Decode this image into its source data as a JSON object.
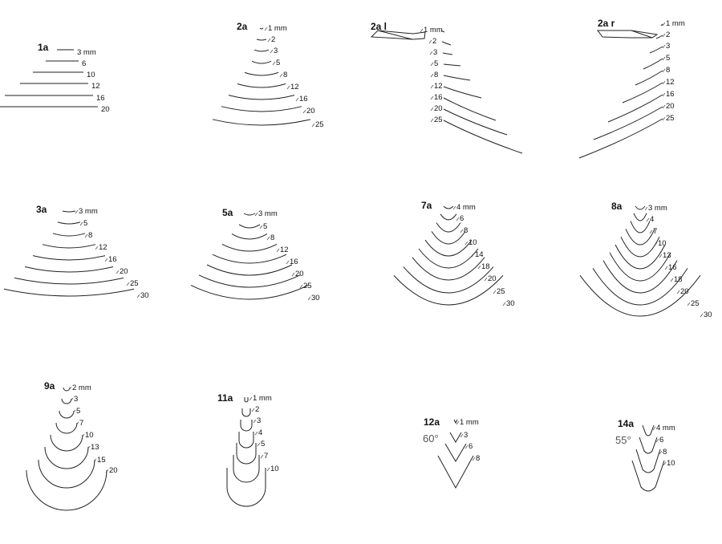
{
  "diagram": {
    "colors": {
      "stroke": "#222222",
      "text": "#111111",
      "angle_text": "#555555"
    },
    "panels": [
      {
        "id": "1a",
        "title": "1a",
        "shape": "flat",
        "icon": "none",
        "sizes": [
          "3 mm",
          "6",
          "10",
          "12",
          "16",
          "20"
        ]
      },
      {
        "id": "2a",
        "title": "2a",
        "shape": "shallow-sweep",
        "icon": "none",
        "sizes": [
          "1 mm",
          "2",
          "3",
          "5",
          "8",
          "12",
          "16",
          "20",
          "25"
        ]
      },
      {
        "id": "2al",
        "title": "2a l",
        "shape": "skew-left",
        "icon": "skew-chisel-left-icon",
        "sizes": [
          "1 mm",
          "2",
          "3",
          "5",
          "8",
          "12",
          "16",
          "20",
          "25"
        ]
      },
      {
        "id": "2ar",
        "title": "2a r",
        "shape": "skew-right",
        "icon": "skew-chisel-right-icon",
        "sizes": [
          "1 mm",
          "2",
          "3",
          "5",
          "8",
          "12",
          "16",
          "20",
          "25"
        ]
      },
      {
        "id": "3a",
        "title": "3a",
        "shape": "sweep-3",
        "icon": "none",
        "sizes": [
          "3 mm",
          "5",
          "8",
          "12",
          "16",
          "20",
          "25",
          "30"
        ]
      },
      {
        "id": "5a",
        "title": "5a",
        "shape": "sweep-5",
        "icon": "none",
        "sizes": [
          "3 mm",
          "5",
          "8",
          "12",
          "16",
          "20",
          "25",
          "30"
        ]
      },
      {
        "id": "7a",
        "title": "7a",
        "shape": "sweep-7",
        "icon": "none",
        "sizes": [
          "4 mm",
          "6",
          "8",
          "10",
          "14",
          "18",
          "20",
          "25",
          "30"
        ]
      },
      {
        "id": "8a",
        "title": "8a",
        "shape": "sweep-8",
        "icon": "none",
        "sizes": [
          "3 mm",
          "4",
          "7",
          "10",
          "13",
          "16",
          "18",
          "20",
          "25",
          "30"
        ]
      },
      {
        "id": "9a",
        "title": "9a",
        "shape": "half-round",
        "icon": "none",
        "sizes": [
          "2 mm",
          "3",
          "5",
          "7",
          "10",
          "13",
          "15",
          "20"
        ]
      },
      {
        "id": "11a",
        "title": "11a",
        "shape": "u-veiner",
        "icon": "none",
        "sizes": [
          "1 mm",
          "2",
          "3",
          "4",
          "5",
          "7",
          "10"
        ]
      },
      {
        "id": "12a",
        "title": "12a",
        "shape": "v-parting",
        "icon": "none",
        "angle": "60°",
        "sizes": [
          "1 mm",
          "3",
          "6",
          "8"
        ]
      },
      {
        "id": "14a",
        "title": "14a",
        "shape": "v-rounded",
        "icon": "none",
        "angle": "55°",
        "sizes": [
          "4 mm",
          "6",
          "8",
          "10"
        ]
      }
    ]
  }
}
